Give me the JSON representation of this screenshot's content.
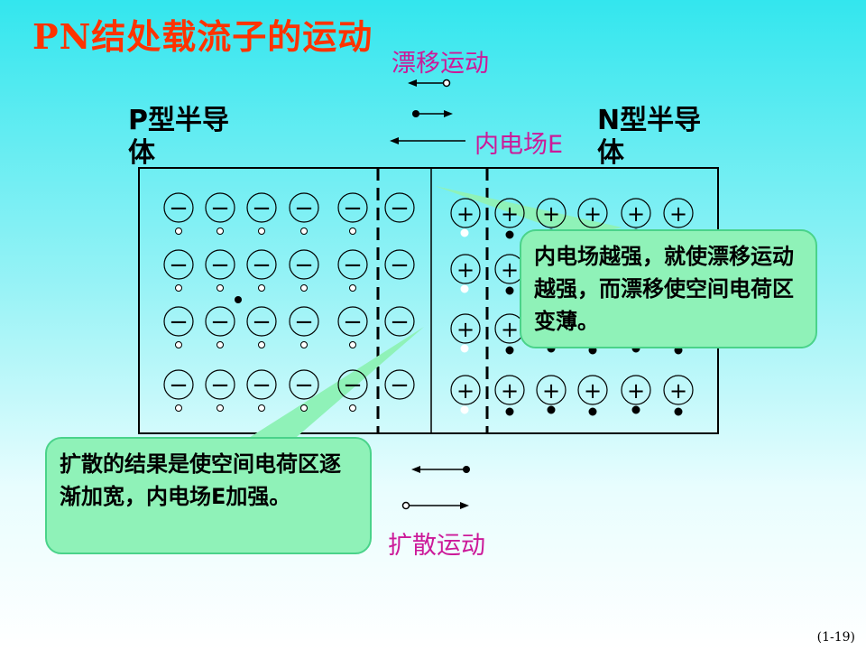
{
  "title": "PN结处载流子的运动",
  "labels": {
    "drift": "漂移运动",
    "internal_field": "内电场E",
    "diffusion": "扩散运动",
    "p_type": "P型半导体",
    "n_type": "N型半导体"
  },
  "callouts": {
    "drift_note": "内电场越强，就使漂移运动越强，而漂移使空间电荷区变薄。",
    "diffusion_note": "扩散的结果是使空间电荷区逐渐加宽，内电场E加强。"
  },
  "symbols": {
    "minus": "−",
    "plus": "+"
  },
  "page_number": "(1-19)",
  "colors": {
    "title": "#ff3300",
    "label": "#cc1a99",
    "callout_fill": "#8ff2b8"
  }
}
